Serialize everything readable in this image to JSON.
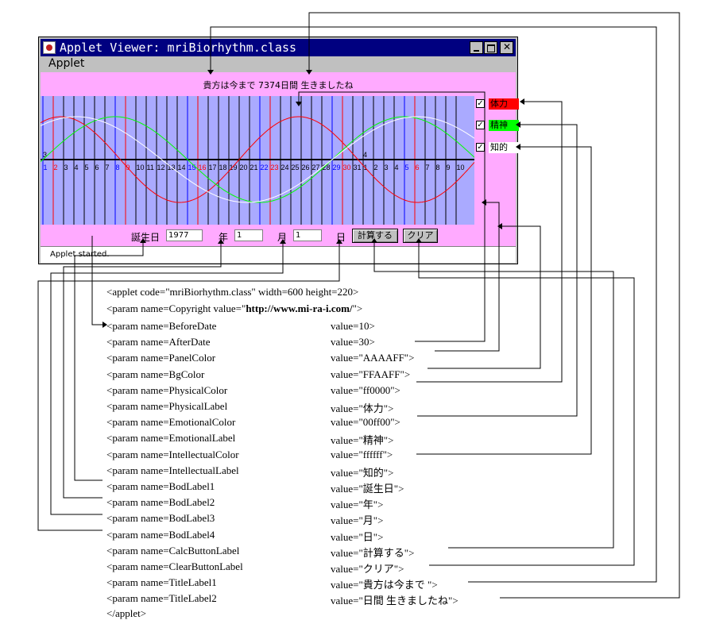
{
  "window": {
    "title": "Applet Viewer: mriBiorhythm.class",
    "menu": "Applet",
    "status": "Applet started."
  },
  "applet": {
    "title_label": "貴方は今まで 7374日間 生きましたね",
    "checkboxes": [
      {
        "label": "体力",
        "checked": true
      },
      {
        "label": "精神",
        "checked": true
      },
      {
        "label": "知的",
        "checked": true
      }
    ],
    "bod_label1": "誕生日",
    "year_value": "1977",
    "bod_label2": "年",
    "month_value": "1",
    "bod_label3": "月",
    "day_value": "1",
    "bod_label4": "日",
    "calc_button": "計算する",
    "clear_button": "クリア",
    "month_marks": [
      "3",
      "4"
    ],
    "day_labels": [
      "1",
      "2",
      "3",
      "4",
      "5",
      "6",
      "7",
      "8",
      "9",
      "10",
      "11",
      "12",
      "13",
      "14",
      "15",
      "16",
      "17",
      "18",
      "19",
      "20",
      "21",
      "22",
      "23",
      "24",
      "25",
      "26",
      "27",
      "28",
      "29",
      "30",
      "31",
      "1",
      "2",
      "3",
      "4",
      "5",
      "6",
      "7",
      "8",
      "9",
      "10"
    ],
    "day_label_colors": [
      "#0000ff",
      "#ff0000",
      "#000000",
      "#000000",
      "#000000",
      "#000000",
      "#000000",
      "#0000ff",
      "#ff0000",
      "#000000",
      "#000000",
      "#000000",
      "#000000",
      "#000000",
      "#0000ff",
      "#ff0000",
      "#000000",
      "#000000",
      "#000000",
      "#000000",
      "#000000",
      "#0000ff",
      "#ff0000",
      "#000000",
      "#000000",
      "#000000",
      "#000000",
      "#000000",
      "#0000ff",
      "#ff0000",
      "#000000",
      "#000000",
      "#000000",
      "#000000",
      "#000000",
      "#0000ff",
      "#ff0000",
      "#000000",
      "#000000",
      "#000000",
      "#000000"
    ]
  },
  "colors": {
    "panel": "#AAAAFF",
    "bg": "#FFAAFF",
    "physical": "#ff0000",
    "emotional": "#00ff00",
    "intellectual": "#ffffff"
  },
  "code": {
    "open_tag": "<applet code=\"mriBiorhythm.class\" width=600 height=220>",
    "copyright_prefix": "<param name=Copyright value=\"",
    "copyright_url": "http://www.mi-ra-i.com/",
    "copyright_suffix": "\">",
    "params": [
      {
        "name": "<param name=BeforeDate",
        "value": "value=10>"
      },
      {
        "name": "<param name=AfterDate",
        "value": "value=30>"
      },
      {
        "name": "<param name=PanelColor",
        "value": "value=\"AAAAFF\">"
      },
      {
        "name": "<param name=BgColor",
        "value": "value=\"FFAAFF\">"
      },
      {
        "name": "<param name=PhysicalColor",
        "value": "value=\"ff0000\">"
      },
      {
        "name": "<param name=PhysicalLabel",
        "value": "value=\"体力\">"
      },
      {
        "name": "<param name=EmotionalColor",
        "value": "value=\"00ff00\">"
      },
      {
        "name": "<param name=EmotionalLabel",
        "value": "value=\"精神\">"
      },
      {
        "name": "<param name=IntellectualColor",
        "value": "value=\"ffffff\">"
      },
      {
        "name": "<param name=IntellectualLabel",
        "value": "value=\"知的\">"
      },
      {
        "name": "<param name=BodLabel1",
        "value": "value=\"誕生日\">"
      },
      {
        "name": "<param name=BodLabel2",
        "value": "value=\"年\">"
      },
      {
        "name": "<param name=BodLabel3",
        "value": "value=\"月\">"
      },
      {
        "name": "<param name=BodLabel4",
        "value": "value=\"日\">"
      },
      {
        "name": "<param name=CalcButtonLabel",
        "value": "value=\"計算する\">"
      },
      {
        "name": "<param name=ClearButtonLabel",
        "value": "value=\"クリア\">"
      },
      {
        "name": "<param name=TitleLabel1",
        "value": "value=\"貴方は今まで \">"
      },
      {
        "name": "<param name=TitleLabel2",
        "value": "value=\"日間 生きましたね\">"
      }
    ],
    "close_tag": "</applet>"
  }
}
